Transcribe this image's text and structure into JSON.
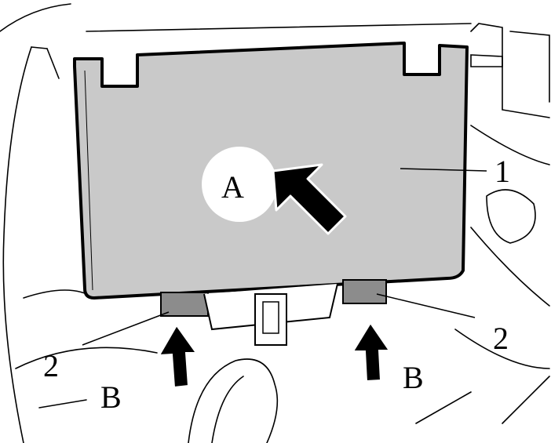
{
  "labels": {
    "module": "1",
    "tab_left": "2",
    "tab_right": "2",
    "press_point": "A",
    "push_left": "B",
    "push_right": "B"
  },
  "colors": {
    "module_fill": "#c9c9c9",
    "tab_fill": "#8c8c8c",
    "outline": "#000000",
    "background": "#ffffff"
  }
}
